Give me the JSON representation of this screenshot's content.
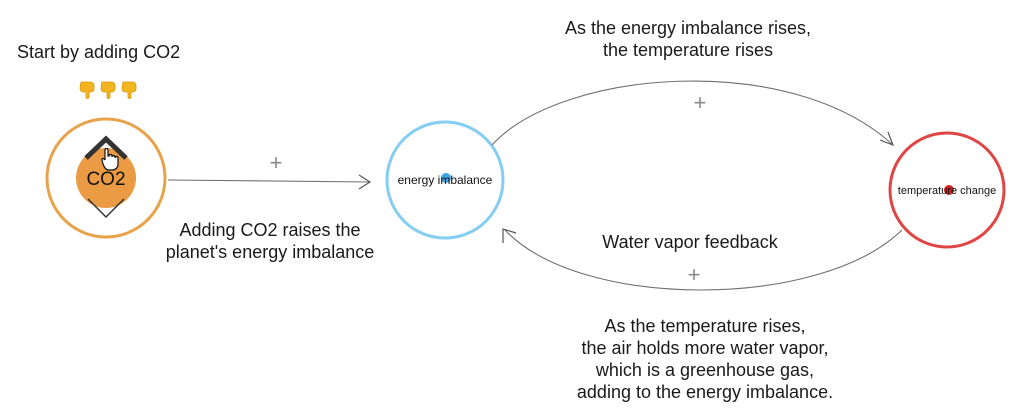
{
  "intro": {
    "text": "Start by adding CO2"
  },
  "nodes": {
    "co2": {
      "label": "CO2",
      "ring_color": "#e8a24a",
      "fill_color": "#ea9b43"
    },
    "energy": {
      "label": "energy imbalance",
      "ring_color": "#85cdf2",
      "dot_color": "#3ba3e6"
    },
    "temperature": {
      "label": "temperature change",
      "ring_color": "#e04545",
      "dot_color": "#d62020"
    }
  },
  "links": {
    "co2_to_energy": {
      "polarity": "+",
      "caption": [
        "Adding CO2 raises the",
        "planet's energy imbalance"
      ]
    },
    "energy_to_temperature": {
      "polarity": "+",
      "caption": [
        "As the energy imbalance rises,",
        "the temperature rises"
      ]
    },
    "temperature_to_energy": {
      "polarity": "+",
      "title": "Water vapor feedback",
      "caption": [
        "As the temperature rises,",
        "the air holds more water vapor,",
        "which is a greenhouse gas,",
        "adding to the energy imbalance."
      ]
    }
  },
  "icons": {
    "pointer_hands": "pointing-down-hand-icon",
    "cursor": "hand-cursor-icon",
    "drag_handle": "increase-decrease-chevrons-icon"
  }
}
